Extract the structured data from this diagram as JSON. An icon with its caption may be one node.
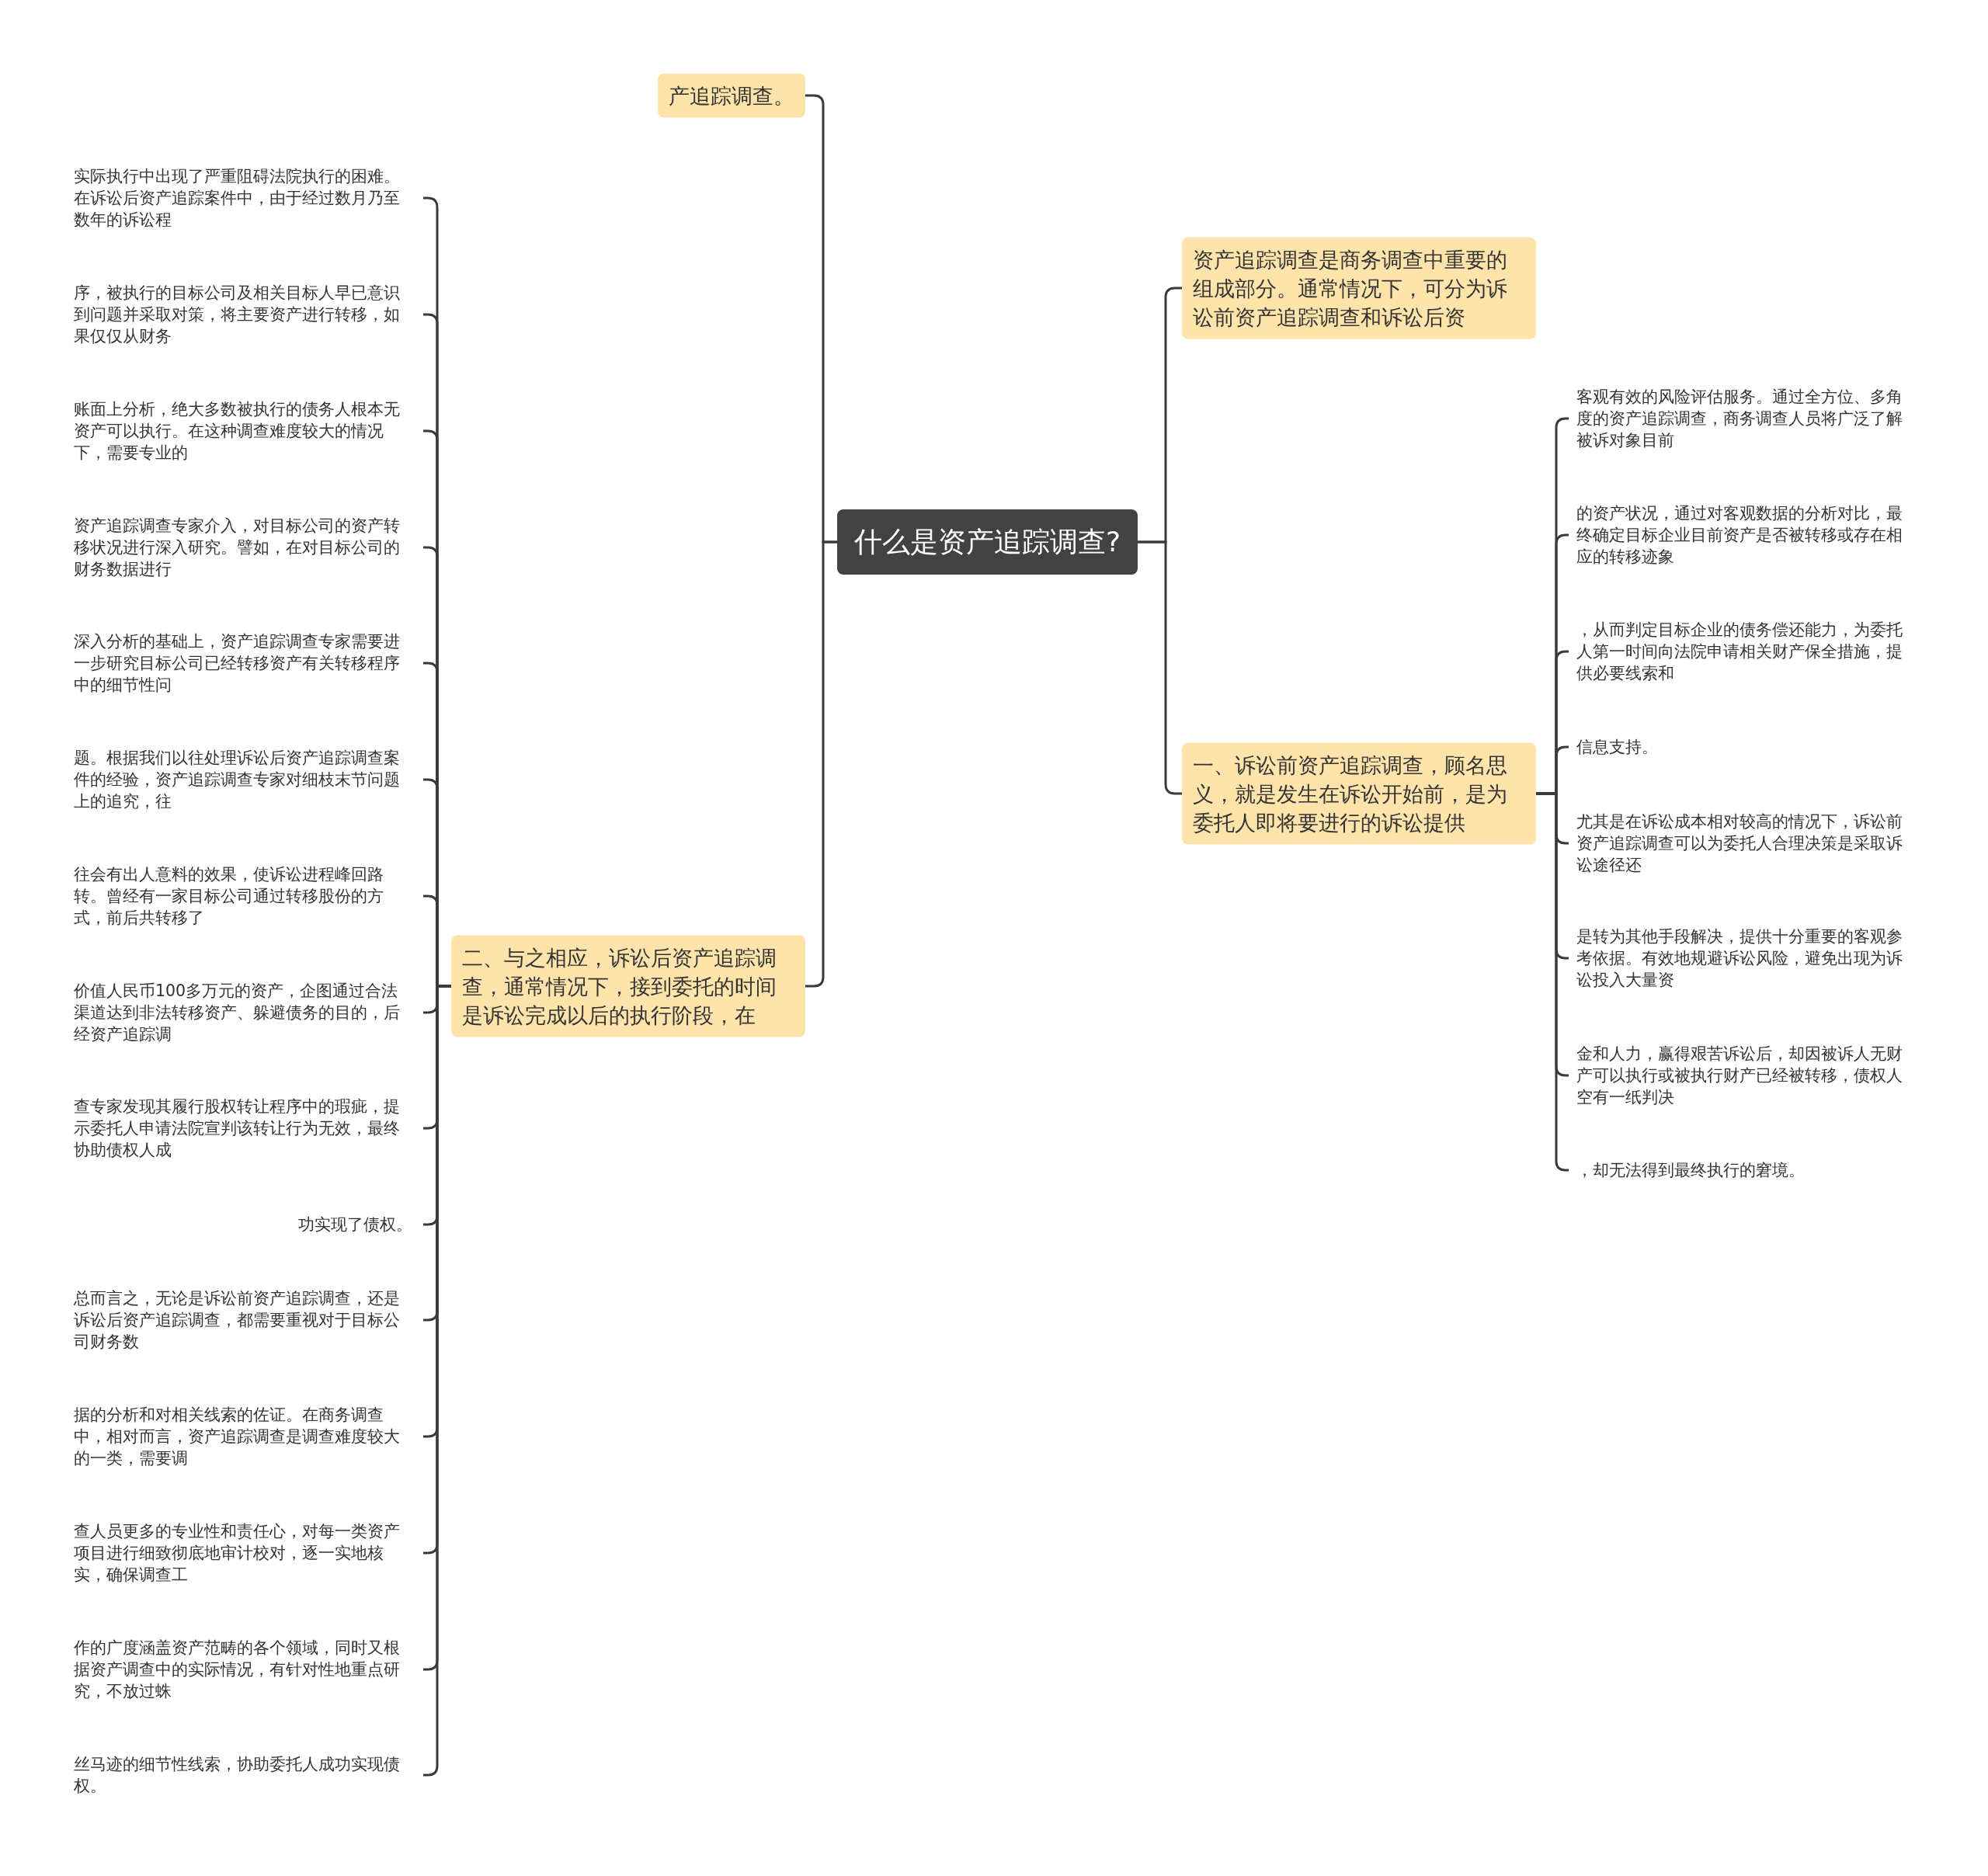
{
  "diagram": {
    "nodes": [
      {
        "text": [
          "什么是资产追踪调查?"
        ]
      },
      {
        "text": [
          "资产追踪调查是商务调查中重要的组成部分。通常情况下，可分为诉讼前资产追踪调查和诉讼后资"
        ]
      },
      {
        "text": [
          "一、诉讼前资产追踪调查，顾名思义，就是发生在诉讼开始前，是为委托人即将要进行的诉讼提供"
        ]
      },
      {
        "text": [
          "客观有效的风险评估服务。通过全方位、多角度的资产追踪调查，商务调查人员将广泛了解被诉对象目前"
        ]
      },
      {
        "text": [
          "的资产状况，通过对客观数据的分析对比，最终确定目标企业目前资产是否被转移或存在相应的转移迹象"
        ]
      },
      {
        "text": [
          "，从而判定目标企业的债务偿还能力，为委托人第一时间向法院申请相关财产保全措施，提供必要线索和"
        ]
      },
      {
        "text": [
          "信息支持。"
        ]
      },
      {
        "text": [
          "尤其是在诉讼成本相对较高的情况下，诉讼前资产追踪调查可以为委托人合理决策是采取诉讼途径还"
        ]
      },
      {
        "text": [
          "是转为其他手段解决，提供十分重要的客观参考依据。有效地规避诉讼风险，避免出现为诉讼投入大量资"
        ]
      },
      {
        "text": [
          "金和人力，赢得艰苦诉讼后，却因被诉人无财产可以执行或被执行财产已经被转移，债权人空有一纸判决"
        ]
      },
      {
        "text": [
          "，却无法得到最终执行的窘境。"
        ]
      },
      {
        "text": [
          "产追踪调查。"
        ]
      },
      {
        "text": [
          "二、与之相应，诉讼后资产追踪调查，通常情况下，接到委托的时间是诉讼完成以后的执行阶段，在"
        ]
      },
      {
        "text": [
          "实际执行中出现了严重阻碍法院执行的困难。在诉讼后资产追踪案件中，由于经过数月乃至数年的诉讼程"
        ]
      },
      {
        "text": [
          "序，被执行的目标公司及相关目标人早已意识到问题并采取对策，将主要资产进行转移，如果仅仅从财务"
        ]
      },
      {
        "text": [
          "账面上分析，绝大多数被执行的债务人根本无资产可以执行。在这种调查难度较大的情况下，需要专业的"
        ]
      },
      {
        "text": [
          "资产追踪调查专家介入，对目标公司的资产转移状况进行深入研究。譬如，在对目标公司的财务数据进行"
        ]
      },
      {
        "text": [
          "深入分析的基础上，资产追踪调查专家需要进一步研究目标公司已经转移资产有关转移程序中的细节性问"
        ]
      },
      {
        "text": [
          "题。根据我们以往处理诉讼后资产追踪调查案件的经验，资产追踪调查专家对细枝末节问题上的追究，往"
        ]
      },
      {
        "text": [
          "往会有出人意料的效果，使诉讼进程峰回路转。曾经有一家目标公司通过转移股份的方式，前后共转移了"
        ]
      },
      {
        "text": [
          "价值人民币100多万元的资产，企图通过合法渠道达到非法转移资产、躲避债务的目的，后经资产追踪调"
        ]
      },
      {
        "text": [
          "查专家发现其履行股权转让程序中的瑕疵，提示委托人申请法院宣判该转让行为无效，最终协助债权人成"
        ]
      },
      {
        "text": [
          "功实现了债权。"
        ]
      },
      {
        "text": [
          "总而言之，无论是诉讼前资产追踪调查，还是诉讼后资产追踪调查，都需要重视对于目标公司财务数"
        ]
      },
      {
        "text": [
          "据的分析和对相关线索的佐证。在商务调查中，相对而言，资产追踪调查是调查难度较大的一类，需要调"
        ]
      },
      {
        "text": [
          "查人员更多的专业性和责任心，对每一类资产项目进行细致彻底地审计校对，逐一实地核实，确保调查工"
        ]
      },
      {
        "text": [
          "作的广度涵盖资产范畴的各个领域，同时又根据资产调查中的实际情况，有针对性地重点研究，不放过蛛"
        ]
      },
      {
        "text": [
          "丝马迹的细节性线索，协助委托人成功实现债权。"
        ]
      }
    ],
    "edges": [
      {
        "from": 0,
        "to": 1,
        "arrow": "none"
      },
      {
        "from": 0,
        "to": 2,
        "arrow": "none"
      },
      {
        "from": 2,
        "to": 3,
        "arrow": "none"
      },
      {
        "from": 2,
        "to": 4,
        "arrow": "none"
      },
      {
        "from": 2,
        "to": 5,
        "arrow": "none"
      },
      {
        "from": 2,
        "to": 6,
        "arrow": "none"
      },
      {
        "from": 2,
        "to": 7,
        "arrow": "none"
      },
      {
        "from": 2,
        "to": 8,
        "arrow": "none"
      },
      {
        "from": 2,
        "to": 9,
        "arrow": "none"
      },
      {
        "from": 2,
        "to": 10,
        "arrow": "none"
      },
      {
        "from": 0,
        "to": 11,
        "arrow": "none"
      },
      {
        "from": 0,
        "to": 12,
        "arrow": "none"
      },
      {
        "from": 12,
        "to": 13,
        "arrow": "none"
      },
      {
        "from": 12,
        "to": 14,
        "arrow": "none"
      },
      {
        "from": 12,
        "to": 15,
        "arrow": "none"
      },
      {
        "from": 12,
        "to": 16,
        "arrow": "none"
      },
      {
        "from": 12,
        "to": 17,
        "arrow": "none"
      },
      {
        "from": 12,
        "to": 18,
        "arrow": "none"
      },
      {
        "from": 12,
        "to": 19,
        "arrow": "none"
      },
      {
        "from": 12,
        "to": 20,
        "arrow": "none"
      },
      {
        "from": 12,
        "to": 21,
        "arrow": "none"
      },
      {
        "from": 12,
        "to": 22,
        "arrow": "none"
      },
      {
        "from": 12,
        "to": 23,
        "arrow": "none"
      },
      {
        "from": 12,
        "to": 24,
        "arrow": "none"
      },
      {
        "from": 12,
        "to": 25,
        "arrow": "none"
      },
      {
        "from": 12,
        "to": 26,
        "arrow": "none"
      },
      {
        "from": 12,
        "to": 27,
        "arrow": "none"
      }
    ]
  }
}
